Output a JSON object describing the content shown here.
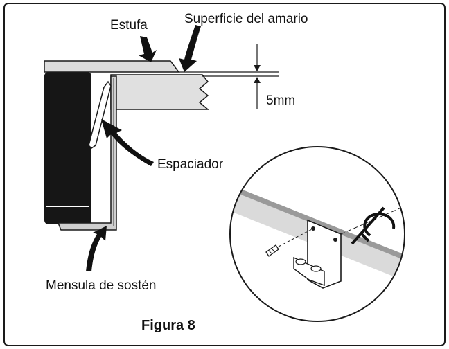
{
  "labels": {
    "stove": "Estufa",
    "cabinet_surface": "Superficie del amario",
    "gap": "5mm",
    "spacer": "Espaciador",
    "bracket": "Mensula de sostén",
    "figure": "Figura 8"
  },
  "colors": {
    "frame": "#1a1a1a",
    "ink": "#111111",
    "panel_grey": "#d9d9d9",
    "edge_grey": "#9a9a9a",
    "appliance_black": "#161616"
  }
}
